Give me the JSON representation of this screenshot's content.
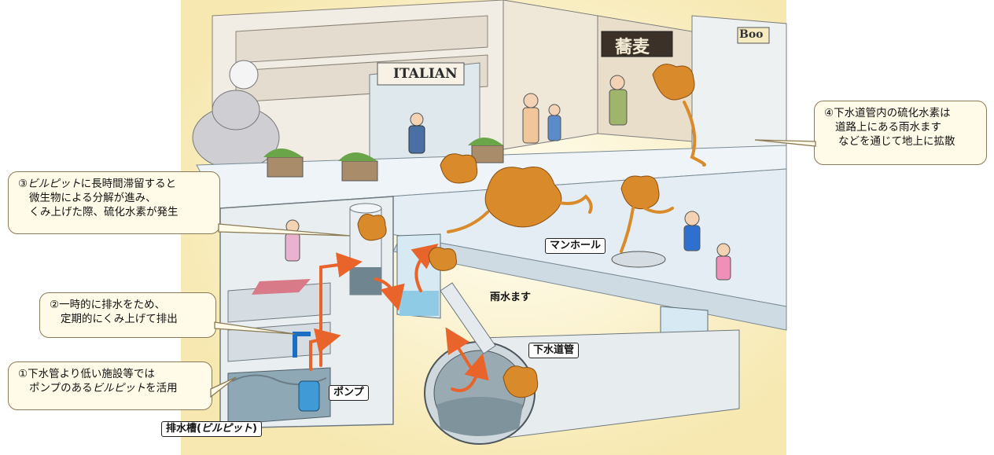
{
  "callouts": {
    "c1": {
      "l1": "①下水管より低い施設等では",
      "l2a": "ポンプのある",
      "l2b": "ビルピット",
      "l2c": "を活用"
    },
    "c2": {
      "l1": "②一時的に排水をため、",
      "l2": "定期的にくみ上げて排出"
    },
    "c3": {
      "l1a": "③",
      "l1b": "ビルピット",
      "l1c": "に長時間滞留すると",
      "l2": "微生物による分解が進み、",
      "l3": "くみ上げた際、硫化水素が発生"
    },
    "c4": {
      "l1": "④下水道管内の硫化水素は",
      "l2": "道路上にある雨水ます",
      "l3": "などを通じて地上に拡散"
    }
  },
  "labels": {
    "pump": "ポンプ",
    "pit_a": "排水槽(",
    "pit_b": "ビルピット",
    "pit_c": ")",
    "manhole": "マンホール",
    "rain_inlet": "雨水ます",
    "sewer_pipe": "下水道管"
  },
  "signs": {
    "italian": "ITALIAN",
    "soba": "蕎麦",
    "book": "Boo"
  },
  "colors": {
    "gas": "#d98a2a",
    "arrow": "#e8642a",
    "water": "#9fd3e8",
    "background": "#fbf3d0",
    "callout_bg": "#fffbe8"
  }
}
